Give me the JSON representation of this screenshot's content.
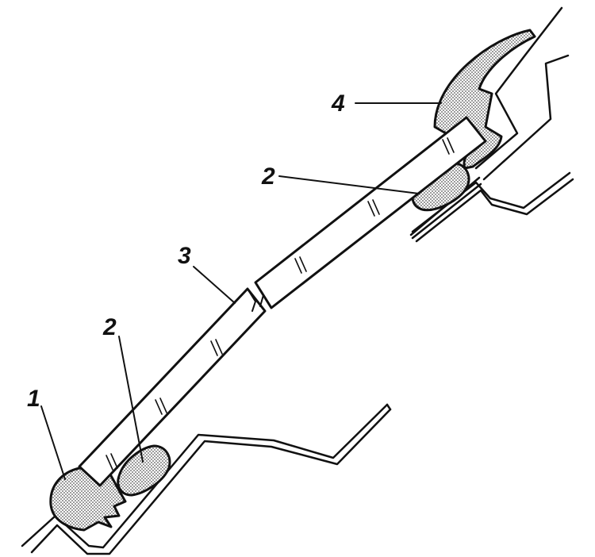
{
  "labels": {
    "part_1": "1",
    "part_2_upper": "2",
    "part_2_lower": "2",
    "part_3": "3",
    "part_4": "4"
  },
  "colors": {
    "ink": "#111111",
    "paper": "#ffffff",
    "stipple": "#b8b8b8"
  }
}
